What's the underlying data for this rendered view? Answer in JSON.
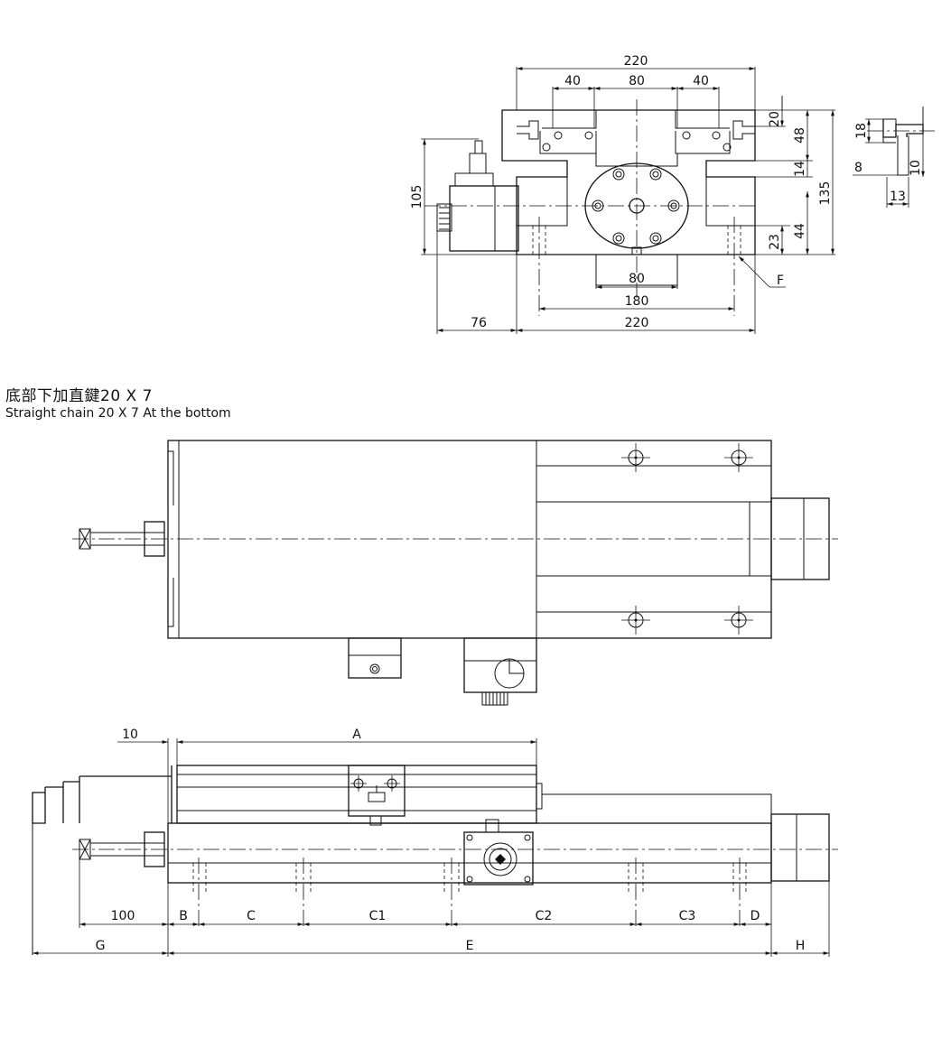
{
  "caption": {
    "title_zh": "底部下加直鍵20 X 7",
    "title_en": "Straight chain 20 X 7 At the bottom"
  },
  "front_view": {
    "dims": {
      "top_width": "220",
      "left_40": "40",
      "center_80": "80",
      "right_40": "40",
      "right_20": "20",
      "right_48": "48",
      "right_14": "14",
      "right_135": "135",
      "right_23": "23",
      "right_44": "44",
      "left_105": "105",
      "bottom_80": "80",
      "bottom_180": "180",
      "bottom_220": "220",
      "bottom_76": "76",
      "callout_f": "F"
    }
  },
  "key_detail": {
    "dims": {
      "d18": "18",
      "d8": "8",
      "d10": "10",
      "d13": "13"
    }
  },
  "side_view": {
    "dims": {
      "d10": "10",
      "a": "A",
      "d100": "100",
      "b": "B",
      "c": "C",
      "c1": "C1",
      "c2": "C2",
      "c3": "C3",
      "d": "D",
      "g": "G",
      "e": "E",
      "h": "H"
    }
  }
}
